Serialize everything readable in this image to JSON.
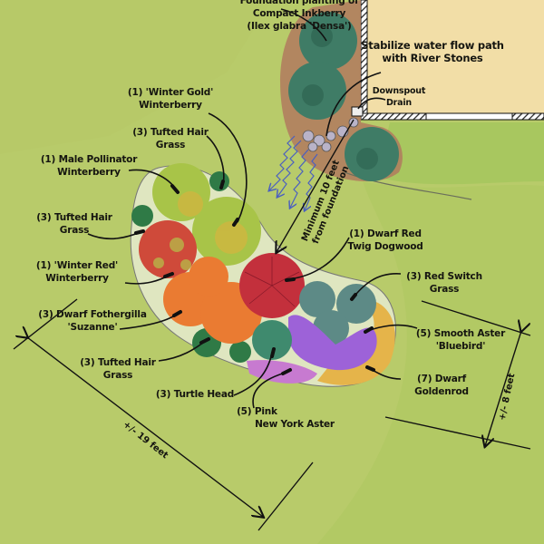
{
  "labels": {
    "inkberry": [
      "Foundation planting of",
      "Compact Inkberry",
      "(Ilex glabra 'Densa')"
    ],
    "stones": [
      "Stabilize water flow path",
      "with River Stones"
    ],
    "downspout": [
      "Downspout",
      "Drain"
    ],
    "winter_gold": [
      "(1) 'Winter Gold'",
      "Winterberry"
    ],
    "tufted_1": [
      "(3) Tufted Hair",
      "Grass"
    ],
    "male_pollinator": [
      "(1) Male Pollinator",
      "Winterberry"
    ],
    "tufted_2": [
      "(3) Tufted Hair",
      "Grass"
    ],
    "winter_red": [
      "(1) 'Winter Red'",
      "Winterberry"
    ],
    "fothergilla": [
      "(3) Dwarf Fothergilla",
      "'Suzanne'"
    ],
    "tufted_3": [
      "(3) Tufted Hair",
      "Grass"
    ],
    "turtle_head": [
      "(3) Turtle Head"
    ],
    "dogwood": [
      "(1) Dwarf Red",
      "Twig Dogwood"
    ],
    "switch_grass": [
      "(3) Red Switch",
      "Grass"
    ],
    "smooth_aster": [
      "(5) Smooth Aster",
      "'Bluebird'"
    ],
    "goldenrod": [
      "(7) Dwarf",
      "Goldenrod"
    ],
    "ny_aster": [
      "(5) Pink",
      "New York Aster"
    ]
  },
  "dimensions": {
    "foundation": [
      "Minimum 10 feet",
      "from foundation"
    ],
    "length": "+/- 19 feet",
    "width": "+/- 8 feet"
  },
  "colors": {
    "grass": "#b9cc6a",
    "lawn": "#a9c860",
    "house": "#f3dfa6",
    "inkberry": "#3d7a62",
    "dogwood": "#c2303a",
    "fothergilla": "#e8772e",
    "aster_blue": "#9a5fd8",
    "aster_pink": "#c77ad0",
    "goldenrod": "#e6b448",
    "winterberry_gold": "#a9c448",
    "winterberry_red": "#c23a2e"
  }
}
